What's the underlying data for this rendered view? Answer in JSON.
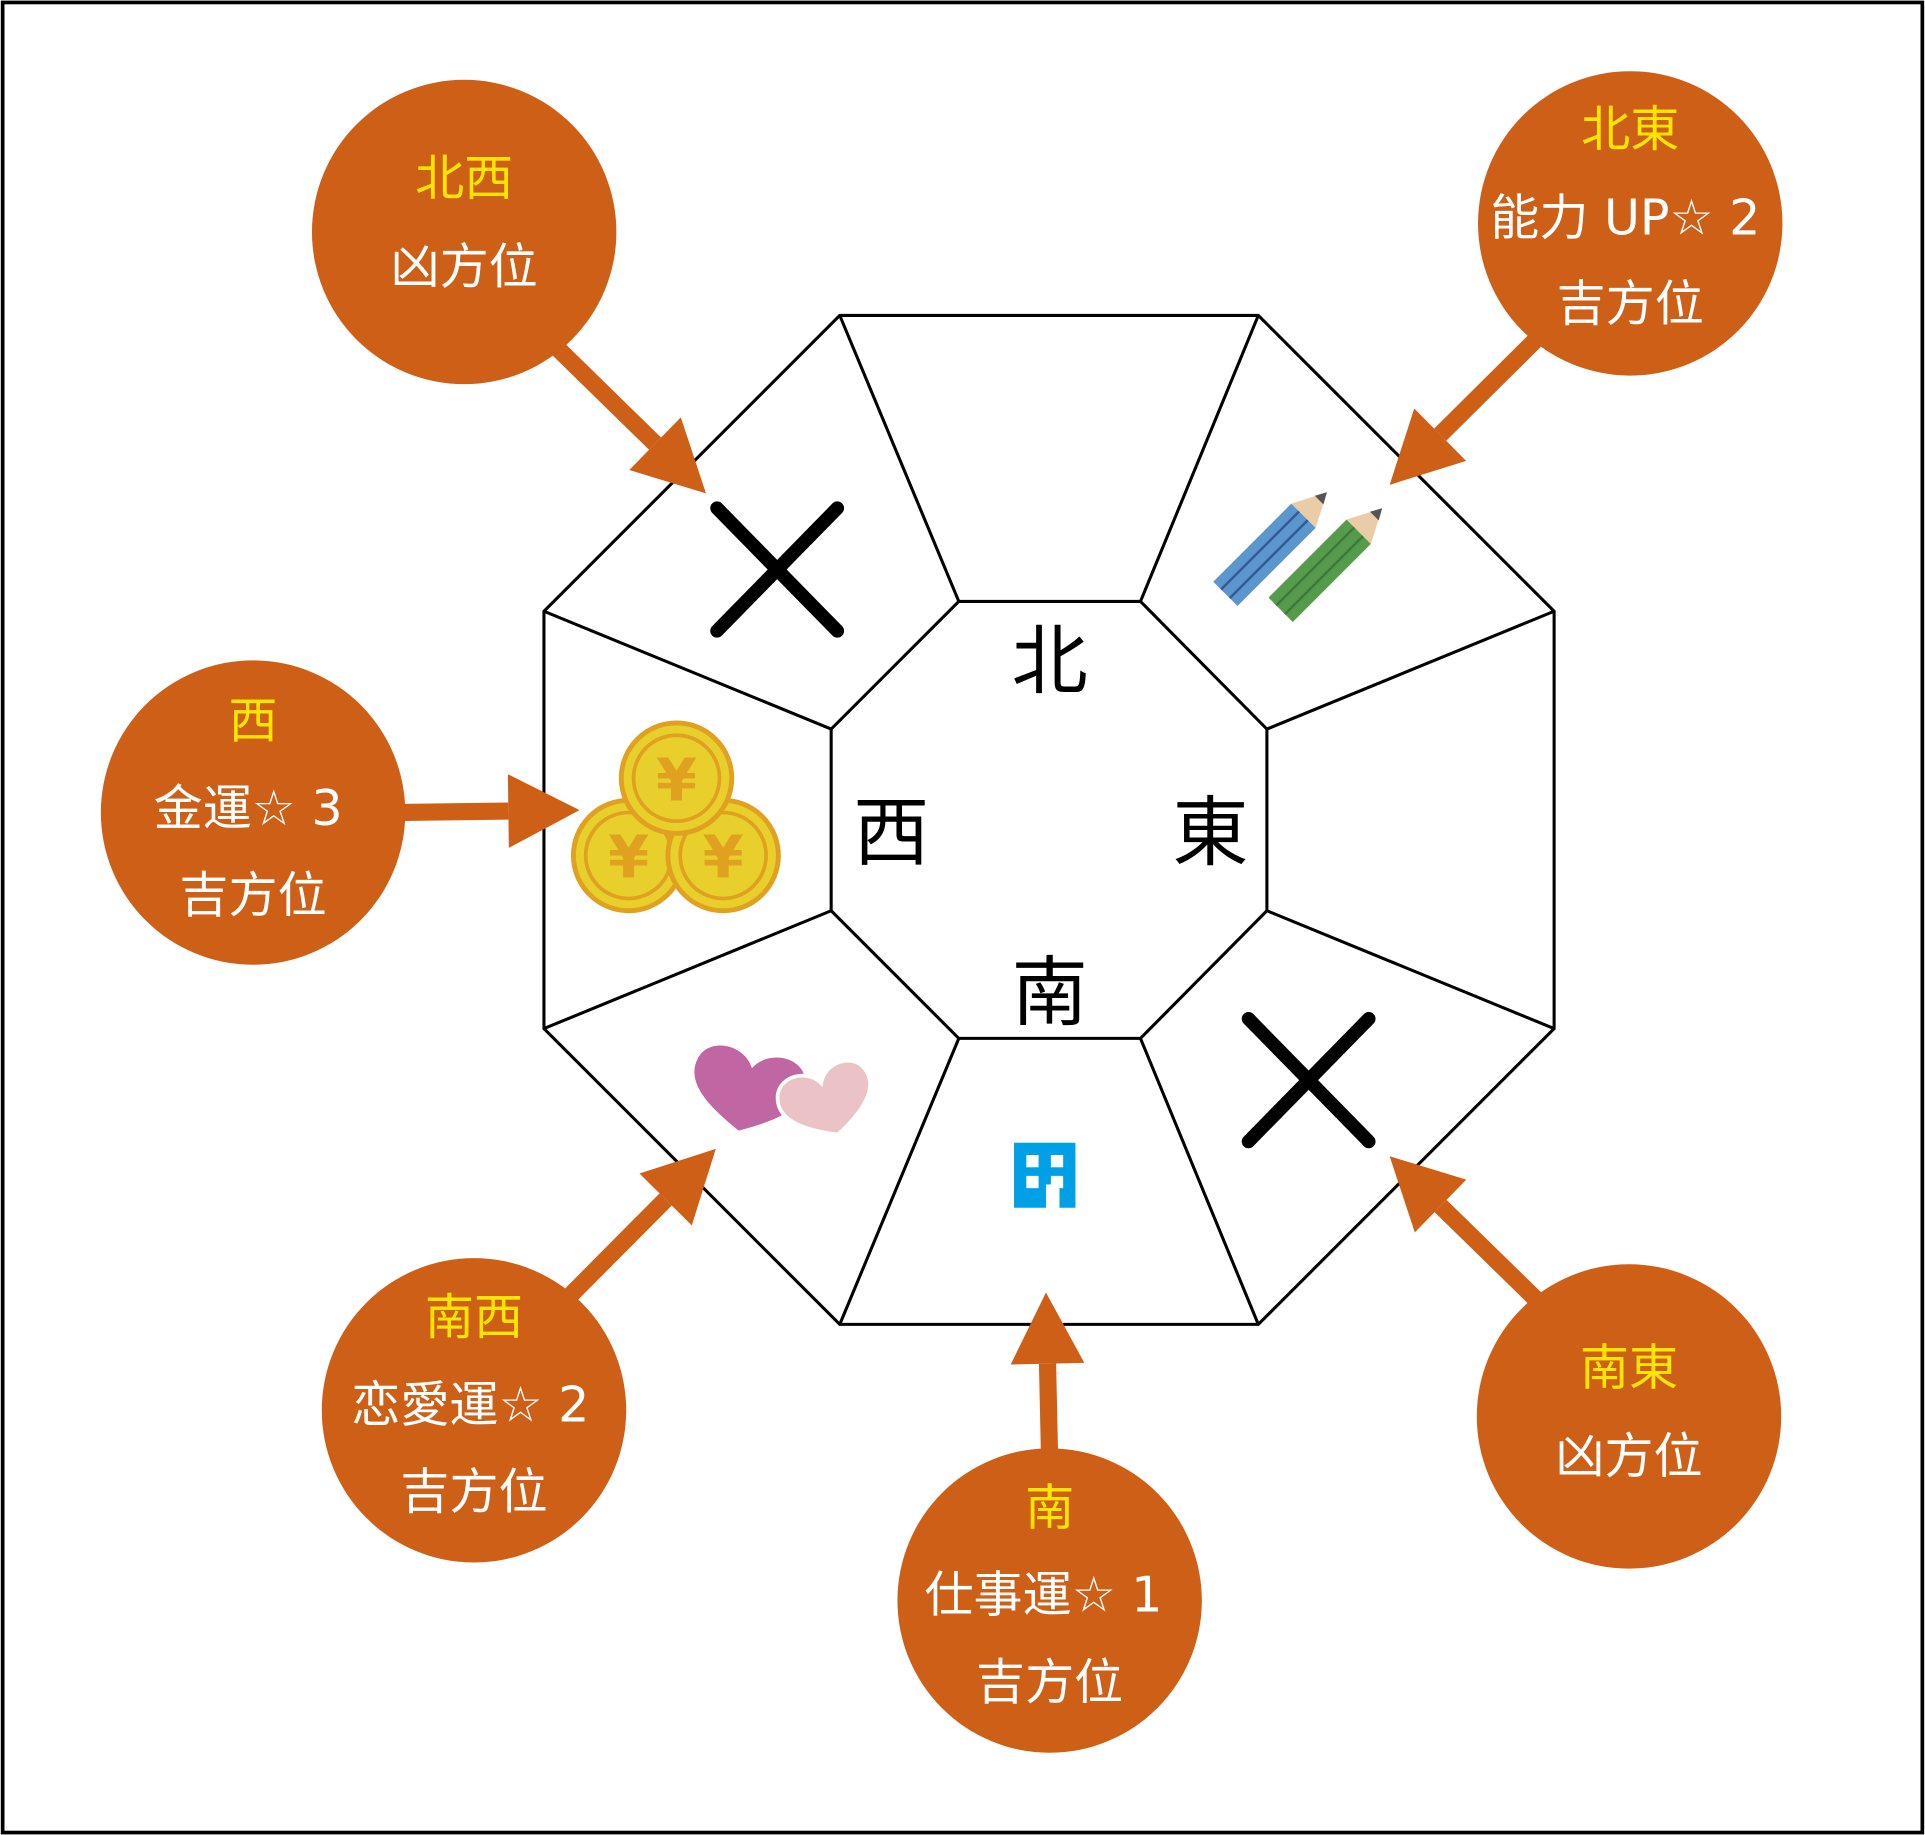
{
  "center": {
    "north": "北",
    "west": "西",
    "east": "東",
    "south": "南"
  },
  "regions": {
    "northwest": {
      "direction": "北西",
      "lines": [
        "凶方位"
      ],
      "icon": "x-mark-icon"
    },
    "northeast": {
      "direction": "北東",
      "lines": [
        "能力 UP☆ 2",
        "吉方位"
      ],
      "icon": "pencils-icon"
    },
    "west": {
      "direction": "西",
      "lines": [
        "金運☆ 3",
        "吉方位"
      ],
      "icon": "yen-coins-icon"
    },
    "southwest": {
      "direction": "南西",
      "lines": [
        "恋愛運☆ 2",
        "吉方位"
      ],
      "icon": "hearts-icon"
    },
    "south": {
      "direction": "南",
      "lines": [
        "仕事運☆ 1",
        "吉方位"
      ],
      "icon": "building-icon"
    },
    "southeast": {
      "direction": "南東",
      "lines": [
        "凶方位"
      ],
      "icon": "x-mark-icon"
    }
  },
  "coin_symbol": "¥",
  "colors": {
    "circle": "#cd5f17",
    "title": "#ffe600",
    "building": "#00a0e6",
    "coin": "#e8cf2c",
    "coin_edge": "#e0a020"
  }
}
